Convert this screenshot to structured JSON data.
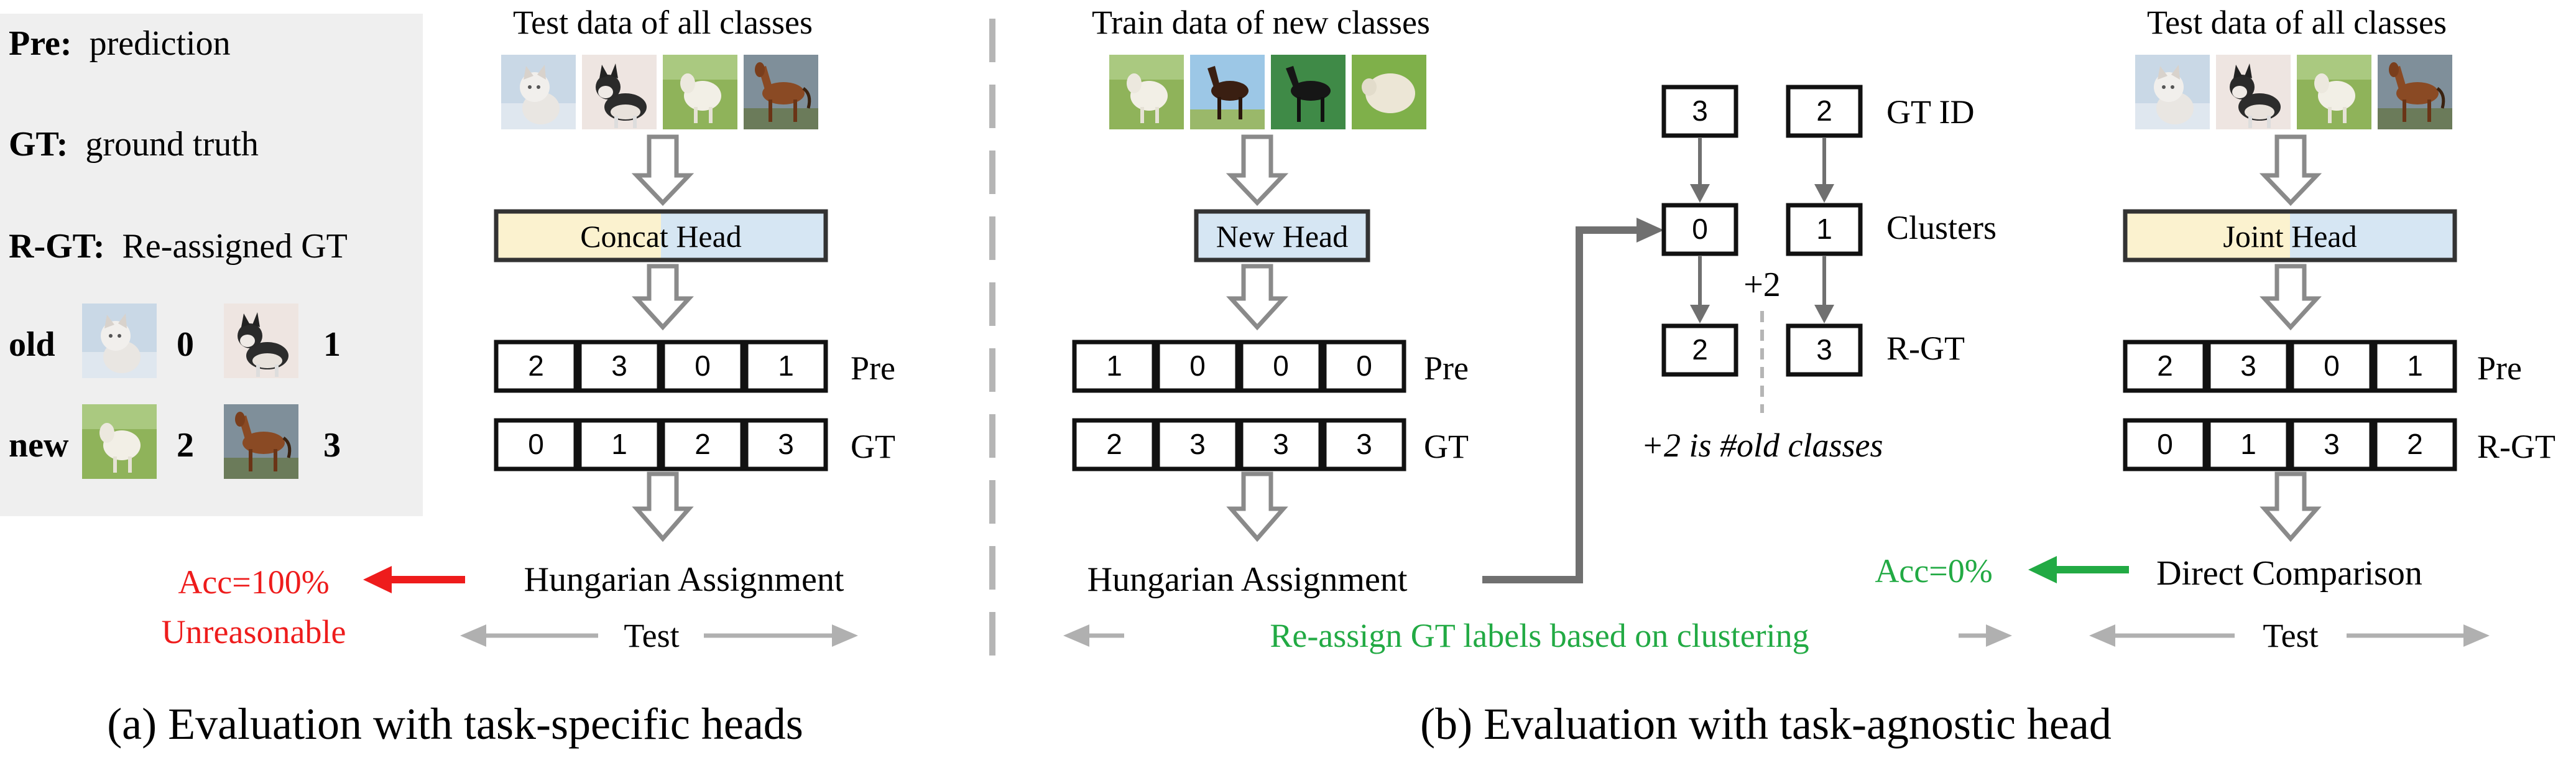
{
  "colors": {
    "red": "#ee1c1c",
    "green": "#22aa44",
    "arrow_gray": "#8a8a8a",
    "connector_gray": "#707070",
    "legend_bg": "#efefef",
    "head_yellow": "#fbf2cf",
    "head_blue": "#d6e6f3",
    "divider_gray": "#b5b5b5"
  },
  "legend": {
    "pre_key": "Pre:",
    "pre_value": "prediction",
    "gt_key": "GT:",
    "gt_value": "ground truth",
    "rgt_key": "R-GT:",
    "rgt_value": "Re-assigned GT",
    "old_label": "old",
    "old_ids": [
      "0",
      "1"
    ],
    "new_label": "new",
    "new_ids": [
      "2",
      "3"
    ],
    "thumbnails": [
      "kitten",
      "husky",
      "sheep",
      "horse"
    ]
  },
  "panel_a": {
    "title": "Test data of all classes",
    "thumbnails": [
      "kitten",
      "husky",
      "sheep",
      "horse"
    ],
    "head_label": "Concat Head",
    "pre_label": "Pre",
    "pre_values": [
      "2",
      "3",
      "0",
      "1"
    ],
    "gt_label": "GT",
    "gt_values": [
      "0",
      "1",
      "2",
      "3"
    ],
    "assignment": "Hungarian Assignment",
    "acc": "Acc=100%",
    "acc_note": "Unreasonable",
    "range_label": "Test",
    "caption": "(a) Evaluation with task-specific heads"
  },
  "panel_b_left": {
    "title": "Train data of new classes",
    "thumbnails": [
      "sheep",
      "horse",
      "horse",
      "sheep"
    ],
    "head_label": "New Head",
    "pre_label": "Pre",
    "pre_values": [
      "1",
      "0",
      "0",
      "0"
    ],
    "gt_label": "GT",
    "gt_values": [
      "2",
      "3",
      "3",
      "3"
    ],
    "assignment": "Hungarian Assignment"
  },
  "panel_b_mid": {
    "gt_id_label": "GT ID",
    "gt_ids": [
      "3",
      "2"
    ],
    "clusters_label": "Clusters",
    "clusters": [
      "0",
      "1"
    ],
    "offset": "+2",
    "rgt_label": "R-GT",
    "rgt_values": [
      "2",
      "3"
    ],
    "note": "+2 is #old classes",
    "reassign_label": "Re-assign GT labels based on clustering"
  },
  "panel_b_right": {
    "title": "Test data of all classes",
    "thumbnails": [
      "kitten",
      "husky",
      "sheep",
      "horse"
    ],
    "head_label": "Joint Head",
    "pre_label": "Pre",
    "pre_values": [
      "2",
      "3",
      "0",
      "1"
    ],
    "rgt_label": "R-GT",
    "rgt_values": [
      "0",
      "1",
      "3",
      "2"
    ],
    "comparison": "Direct Comparison",
    "acc": "Acc=0%",
    "range_label": "Test"
  },
  "caption_b": "(b) Evaluation with task-agnostic head"
}
